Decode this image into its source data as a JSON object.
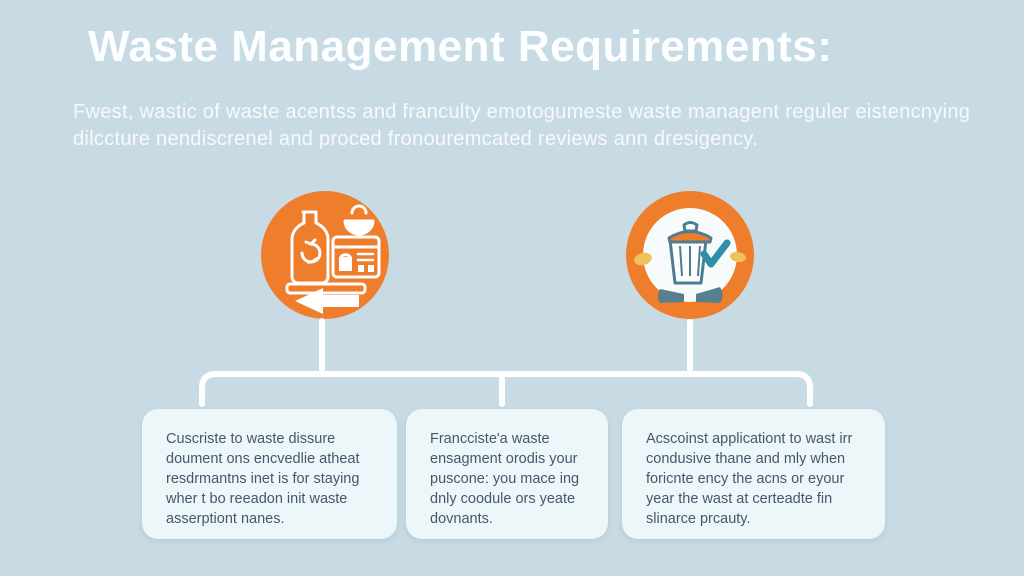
{
  "canvas": {
    "background_color": "#c8dbe4",
    "accent_orange": "#ee7d2c",
    "connector_color": "#ffffff",
    "card_background": "#edf6f9",
    "card_text_color": "#45586b"
  },
  "header": {
    "title": "Waste Management Requirements:",
    "subtitle_lines": [
      "Fwest, wastic of waste acentss and franculty emotogumeste waste managent reguler eistencnying",
      "dilccture nendiscrenel and proced fronouremcated reviews ann dresigency."
    ]
  },
  "icons": {
    "left": {
      "name": "recycling-materials-icon"
    },
    "right": {
      "name": "trash-can-approved-icon"
    }
  },
  "cards": [
    {
      "lines": [
        "Cuscriste to waste dissure",
        "doument ons encvedlie atheat",
        "resdrmantns inet is for staying",
        "wher t bo reeadon init waste",
        "asserptiont nanes."
      ]
    },
    {
      "lines": [
        "Francciste'a waste",
        "ensagment orodis your",
        "puscone: you mace ing",
        "dnly coodule ors yeate",
        "dovnants."
      ]
    },
    {
      "lines": [
        "Acscoinst applicationt to wast irr",
        "condusive thane and mly when",
        "foricnte ency the acns or eyour",
        "year the wast at certeadte fin",
        "slinarce prcauty."
      ]
    }
  ]
}
